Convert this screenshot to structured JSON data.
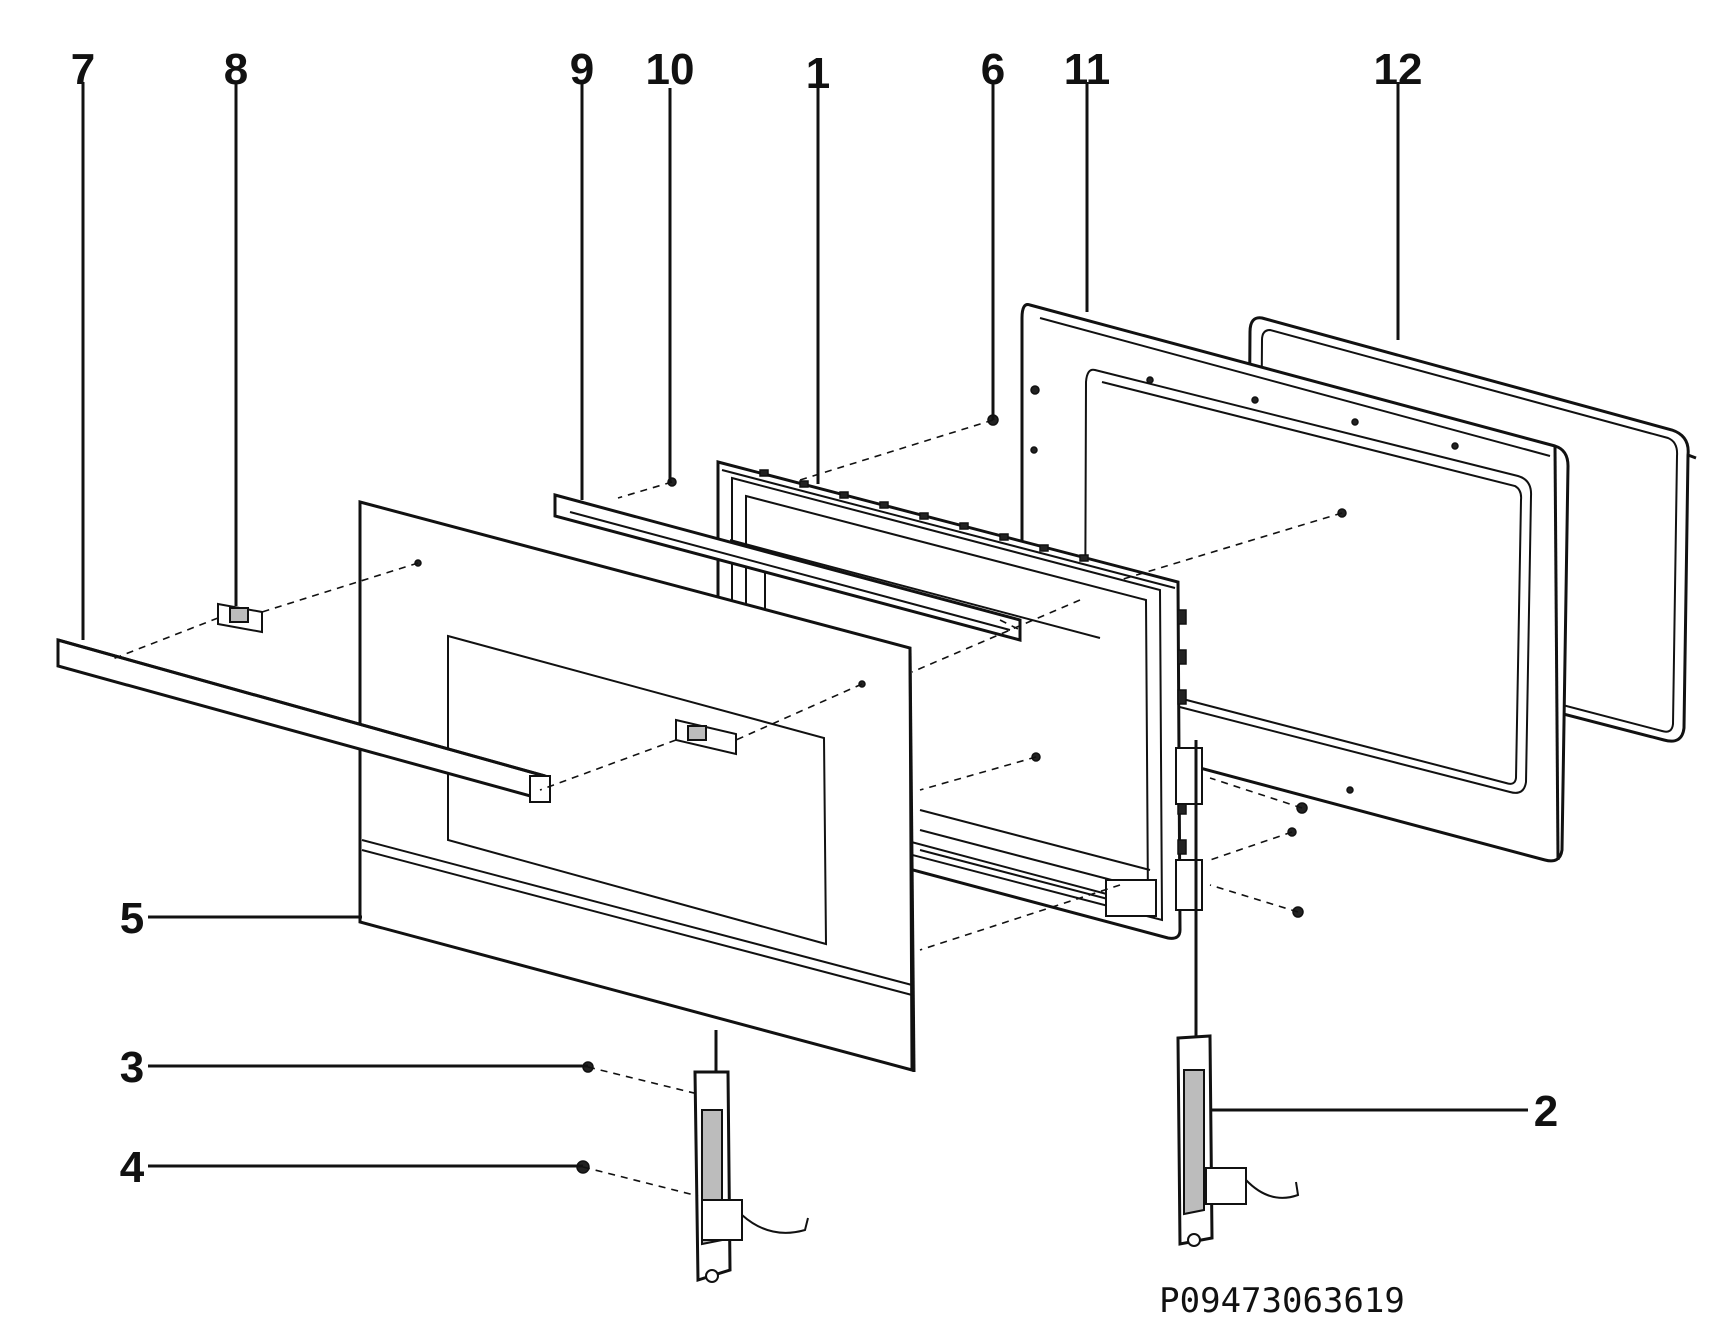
{
  "diagram": {
    "callouts": [
      {
        "id": "c7",
        "label": "7"
      },
      {
        "id": "c8",
        "label": "8"
      },
      {
        "id": "c9",
        "label": "9"
      },
      {
        "id": "c10",
        "label": "10"
      },
      {
        "id": "c1",
        "label": "1"
      },
      {
        "id": "c6",
        "label": "6"
      },
      {
        "id": "c11",
        "label": "11"
      },
      {
        "id": "c12",
        "label": "12"
      },
      {
        "id": "c5",
        "label": "5"
      },
      {
        "id": "c3",
        "label": "3"
      },
      {
        "id": "c4",
        "label": "4"
      },
      {
        "id": "c2",
        "label": "2"
      }
    ],
    "part_code": "P09473063619"
  }
}
